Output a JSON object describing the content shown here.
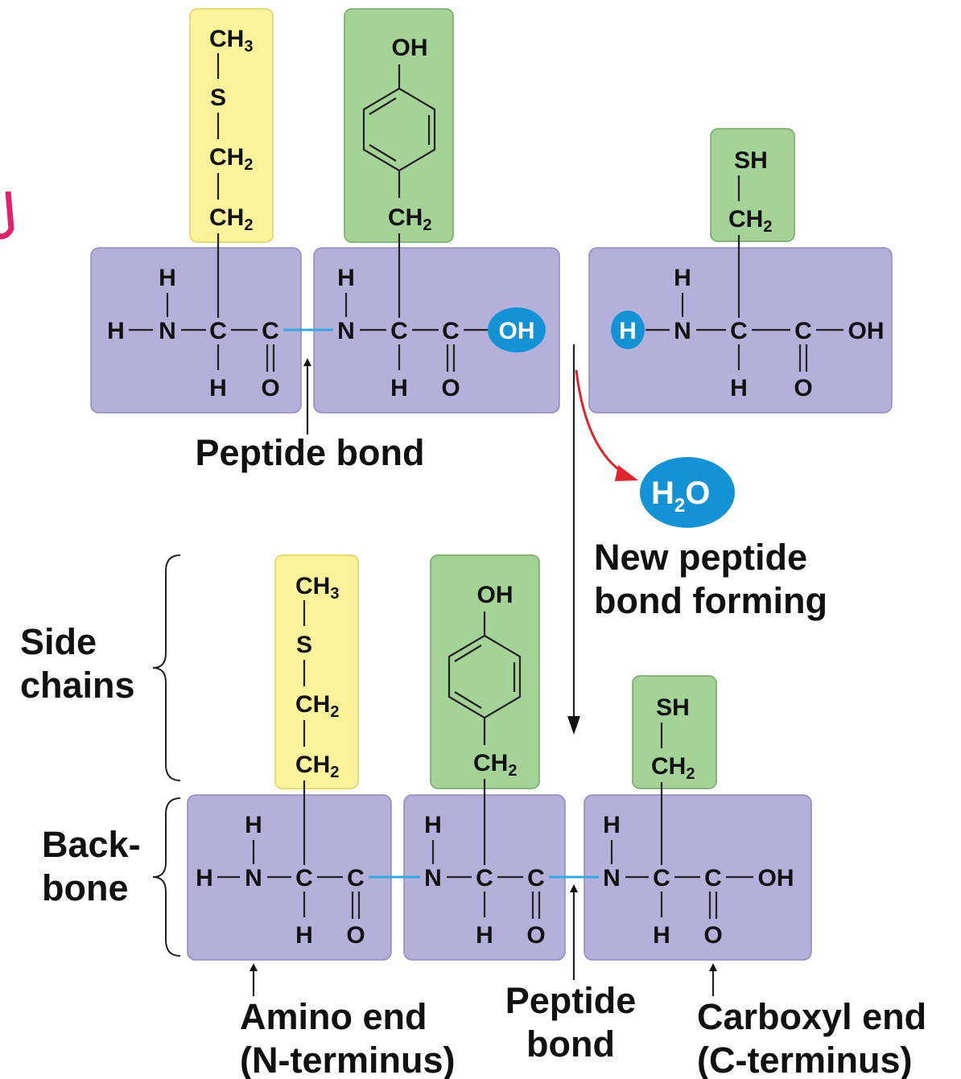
{
  "labels": {
    "peptide_bond_top": "Peptide bond",
    "new_bond_line1": "New peptide",
    "new_bond_line2": "bond forming",
    "side_chains_line1": "Side",
    "side_chains_line2": "chains",
    "backbone_line1": "Back-",
    "backbone_line2": "bone",
    "amino_end_line1": "Amino end",
    "amino_end_line2": "(N-terminus)",
    "peptide_bond_bottom_line1": "Peptide",
    "peptide_bond_bottom_line2": "bond",
    "carboxyl_end_line1": "Carboxyl end",
    "carboxyl_end_line2": "(C-terminus)"
  },
  "atoms": {
    "H": "H",
    "N": "N",
    "C": "C",
    "O": "O",
    "S": "S",
    "OH": "OH",
    "SH": "SH",
    "CH": "CH",
    "sub2": "2",
    "sub3": "3",
    "water": "H",
    "water_o": "O"
  },
  "colors": {
    "backbone": "#b5b0da",
    "met_side_chain": "#fbf29a",
    "tyr_cys_side_chain": "#a5d296",
    "peptide_bond": "#33a7e0",
    "water_bubble": "#1393d6",
    "reaction_arrow": "#e0252f"
  }
}
